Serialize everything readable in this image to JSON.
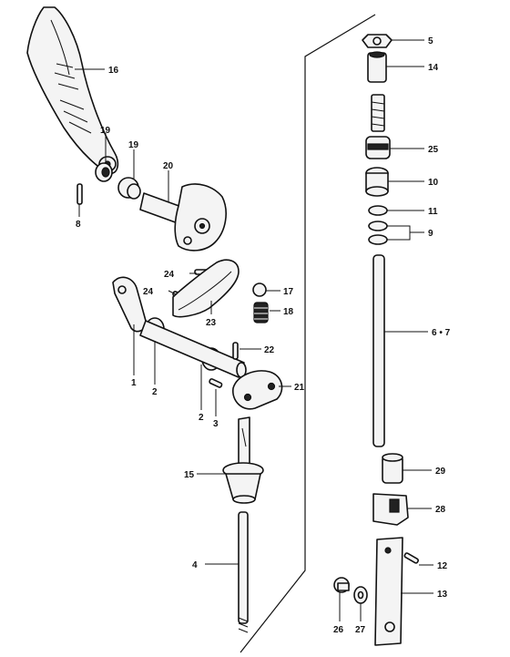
{
  "callouts": [
    {
      "id": "c16",
      "label": "16"
    },
    {
      "id": "c19a",
      "label": "19"
    },
    {
      "id": "c19b",
      "label": "19"
    },
    {
      "id": "c20",
      "label": "20"
    },
    {
      "id": "c8",
      "label": "8"
    },
    {
      "id": "c24a",
      "label": "24"
    },
    {
      "id": "c24b",
      "label": "24"
    },
    {
      "id": "c23",
      "label": "23"
    },
    {
      "id": "c17",
      "label": "17"
    },
    {
      "id": "c18",
      "label": "18"
    },
    {
      "id": "c22",
      "label": "22"
    },
    {
      "id": "c21",
      "label": "21"
    },
    {
      "id": "c1",
      "label": "1"
    },
    {
      "id": "c2a",
      "label": "2"
    },
    {
      "id": "c2b",
      "label": "2"
    },
    {
      "id": "c3",
      "label": "3"
    },
    {
      "id": "c15",
      "label": "15"
    },
    {
      "id": "c4",
      "label": "4"
    },
    {
      "id": "c5",
      "label": "5"
    },
    {
      "id": "c14",
      "label": "14"
    },
    {
      "id": "c25",
      "label": "25"
    },
    {
      "id": "c10",
      "label": "10"
    },
    {
      "id": "c11",
      "label": "11"
    },
    {
      "id": "c9",
      "label": "9"
    },
    {
      "id": "c67",
      "label": "6 • 7"
    },
    {
      "id": "c29",
      "label": "29"
    },
    {
      "id": "c28",
      "label": "28"
    },
    {
      "id": "c12",
      "label": "12"
    },
    {
      "id": "c13",
      "label": "13"
    },
    {
      "id": "c26",
      "label": "26"
    },
    {
      "id": "c27",
      "label": "27"
    }
  ]
}
